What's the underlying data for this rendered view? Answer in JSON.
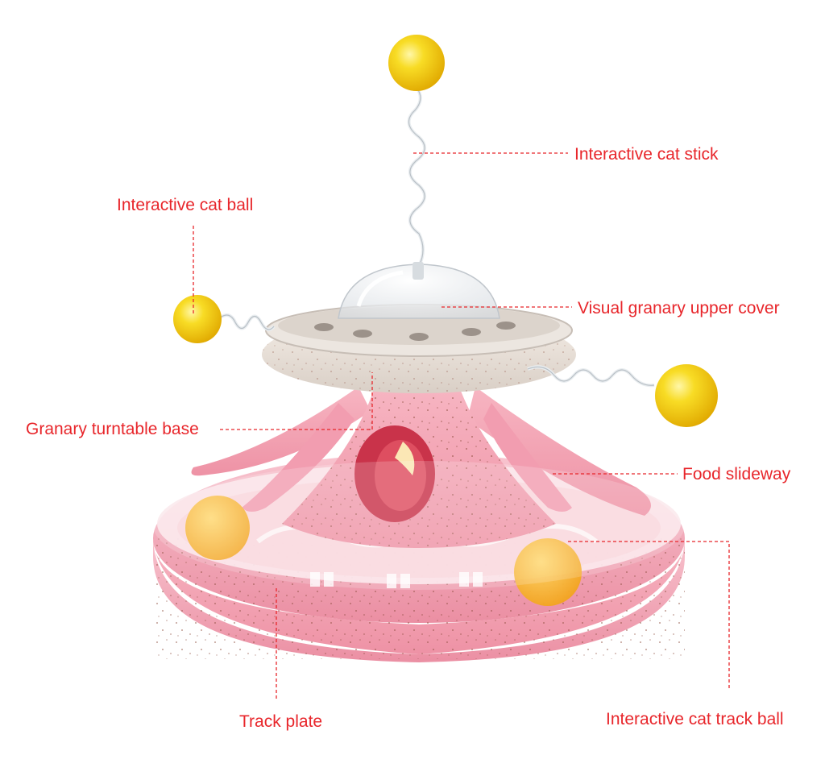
{
  "labels": {
    "interactive_cat_stick": "Interactive cat stick",
    "interactive_cat_ball": "Interactive cat ball",
    "visual_granary_upper_cover": "Visual granary upper cover",
    "granary_turntable_base": "Granary turntable base",
    "food_slideway": "Food slideway",
    "track_plate": "Track plate",
    "interactive_cat_track_ball": "Interactive cat track ball"
  },
  "colors": {
    "label_text": "#e8262b",
    "toy_pink": "#f2a3b3",
    "ball_yellow": "#f6cf1a",
    "background": "#ffffff"
  }
}
